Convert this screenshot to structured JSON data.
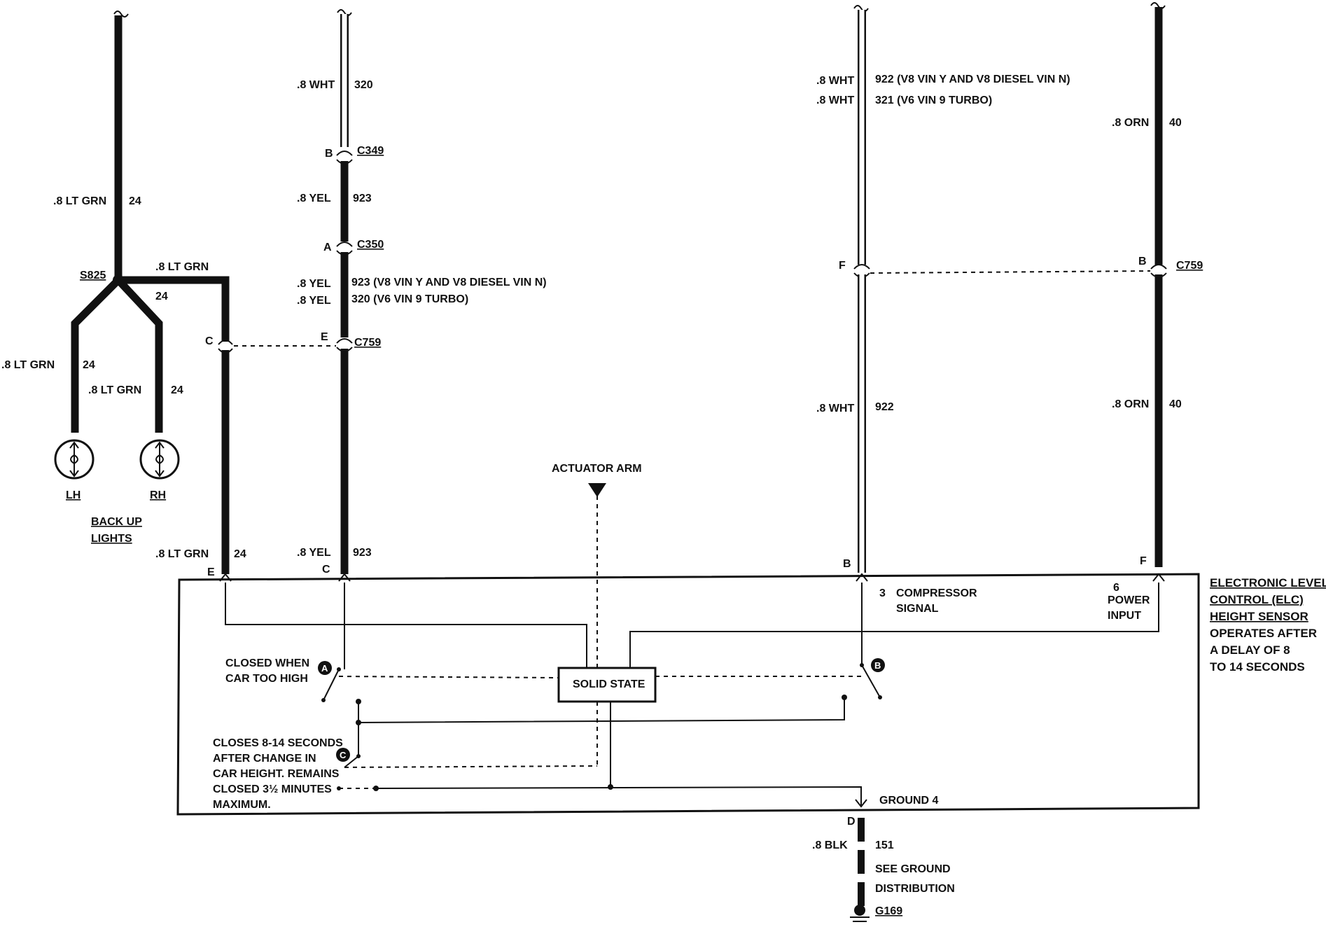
{
  "wires": {
    "lt_grn_24_top": {
      "gauge_color": ".8 LT GRN",
      "circuit": "24"
    },
    "branch_right": {
      "gauge_color": ".8 LT GRN",
      "circuit": "24"
    },
    "lh_branch": {
      "gauge_color": ".8 LT GRN",
      "circuit": "24"
    },
    "rh_branch": {
      "gauge_color": ".8 LT GRN",
      "circuit": "24"
    },
    "lt_grn_24_bottom": {
      "gauge_color": ".8 LT GRN",
      "circuit": "24"
    },
    "wht_320_top": {
      "gauge_color": ".8 WHT",
      "circuit": "320"
    },
    "yel_923_mid": {
      "gauge_color": ".8 YEL",
      "circuit": "923"
    },
    "yel_923_v8": {
      "gauge_color": ".8 YEL",
      "circuit": "923 (V8 VIN Y AND V8 DIESEL VIN N)"
    },
    "yel_320_v6": {
      "gauge_color": ".8 YEL",
      "circuit": "320 (V6 VIN 9 TURBO)"
    },
    "yel_923_bottom": {
      "gauge_color": ".8 YEL",
      "circuit": "923"
    },
    "wht_922_top": {
      "gauge_color": ".8 WHT",
      "circuit": "922 (V8 VIN Y AND V8 DIESEL VIN N)"
    },
    "wht_321_top": {
      "gauge_color": ".8 WHT",
      "circuit": "321 (V6 VIN 9 TURBO)"
    },
    "wht_922_bottom": {
      "gauge_color": ".8 WHT",
      "circuit": "922"
    },
    "orn_40_top": {
      "gauge_color": ".8 ORN",
      "circuit": "40"
    },
    "orn_40_bottom": {
      "gauge_color": ".8 ORN",
      "circuit": "40"
    },
    "blk_151": {
      "gauge_color": ".8 BLK",
      "circuit": "151"
    }
  },
  "splices": {
    "s825": "S825"
  },
  "connectors": {
    "c349": "C349",
    "c350": "C350",
    "c759_left": "C759",
    "c759_right": "C759",
    "g169": "G169"
  },
  "pins": {
    "b_c349": "B",
    "a_c350": "A",
    "e_c759": "E",
    "c_c759": "C",
    "f_c759": "F",
    "b_c759": "B",
    "e_elc": "E",
    "c_elc": "C",
    "b_elc": "B",
    "f_elc": "F",
    "d_elc": "D"
  },
  "lamps": {
    "lh": "LH",
    "rh": "RH",
    "group_line1": "BACK UP",
    "group_line2": "LIGHTS"
  },
  "actuator": "ACTUATOR ARM",
  "solid_state": "SOLID STATE",
  "elc_terminals": {
    "compressor_num": "3",
    "compressor_line1": "COMPRESSOR",
    "compressor_line2": "SIGNAL",
    "power_num": "6",
    "power_line1": "POWER",
    "power_line2": "INPUT",
    "ground": "GROUND  4"
  },
  "switches": {
    "a": {
      "id": "A",
      "line1": "CLOSED WHEN",
      "line2": "CAR TOO HIGH"
    },
    "b": {
      "id": "B"
    },
    "c": {
      "id": "C",
      "line1": "CLOSES 8-14 SECONDS",
      "line2": "AFTER CHANGE IN",
      "line3": "CAR HEIGHT.  REMAINS",
      "line4": "CLOSED 3½ MINUTES",
      "line5": "MAXIMUM."
    }
  },
  "component": {
    "title1": "ELECTRONIC LEVEL",
    "title2": "CONTROL (ELC)",
    "title3": "HEIGHT SENSOR",
    "note1": "OPERATES AFTER",
    "note2": "A DELAY OF 8",
    "note3": "TO 14 SECONDS"
  },
  "ground_note": {
    "line1": "SEE GROUND",
    "line2": "DISTRIBUTION"
  }
}
